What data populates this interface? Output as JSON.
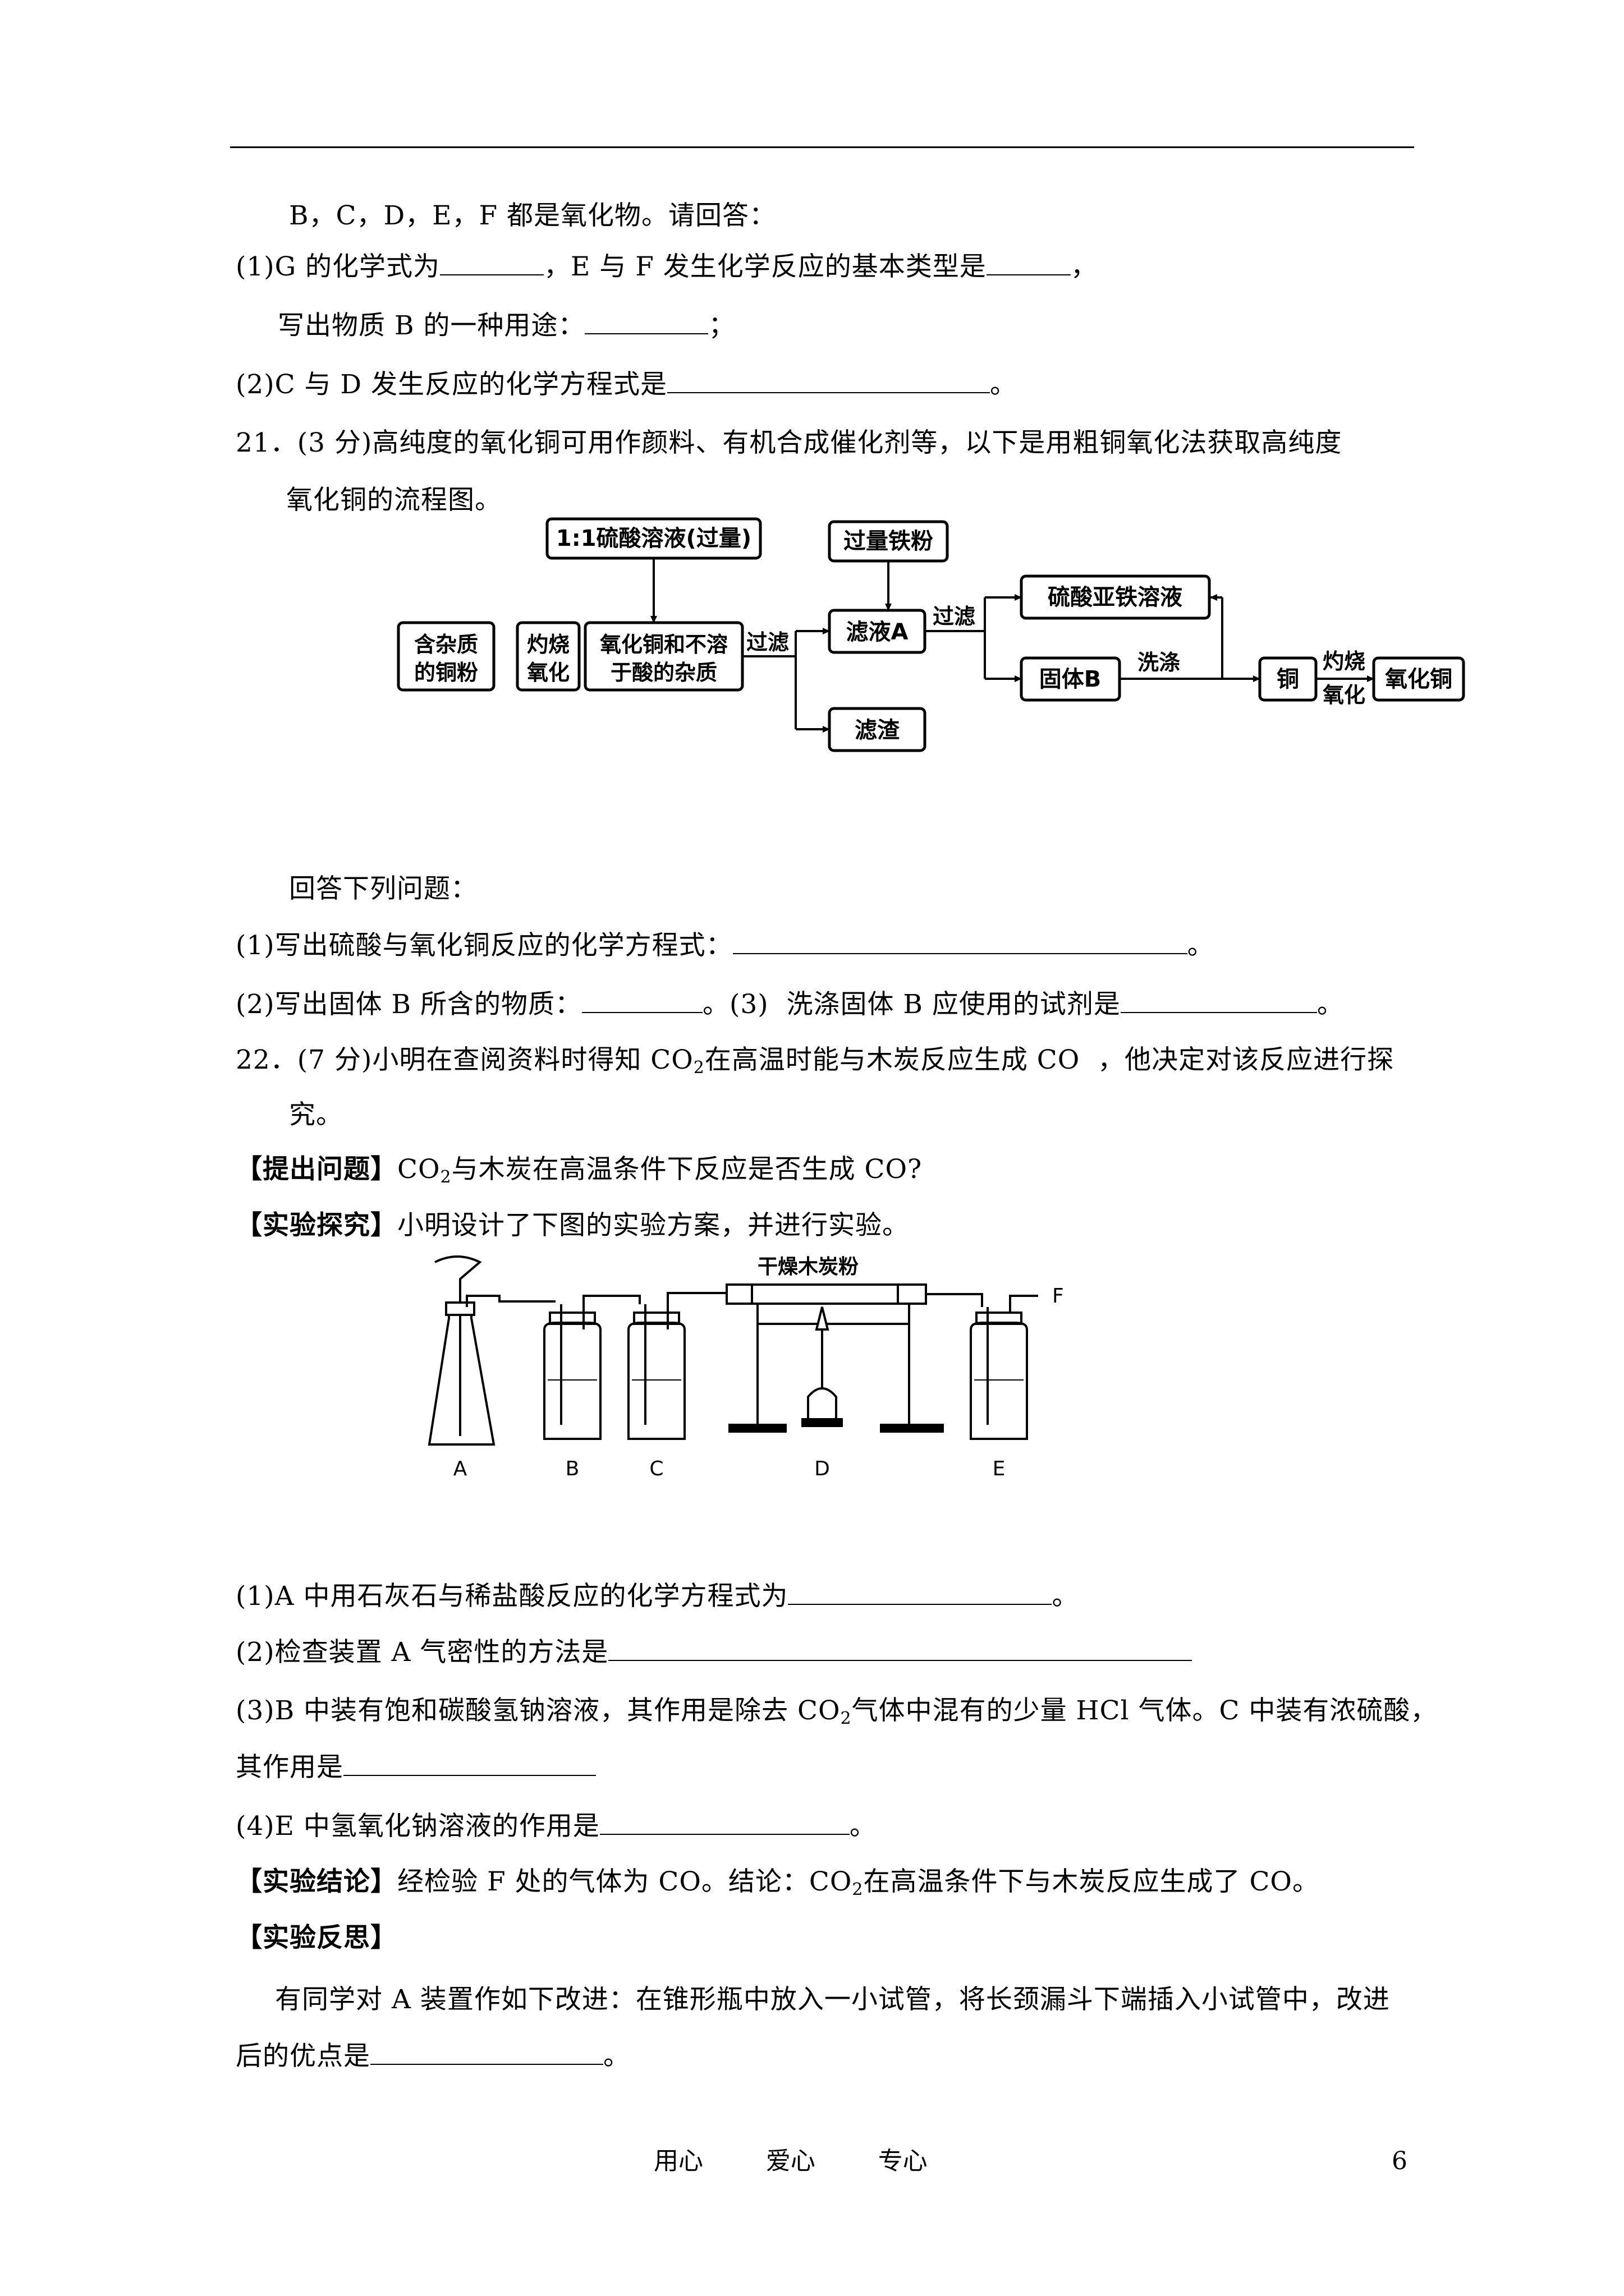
{
  "lines": {
    "l1": "B，C，D，E，F 都是氧化物。请回答：",
    "q1a": "(1)G 的化学式为",
    "q1b": "，E 与 F 发生化学反应的基本类型是",
    "q1c": "，",
    "q1d": "写出物质 B 的一种用途：",
    "q1e": "；",
    "q2a": "(2)C 与 D 发生反应的化学方程式是",
    "q2b": "。",
    "q21a": "21．(3 分)高纯度的氧化铜可用作颜料、有机合成催化剂等，以下是用粗铜氧化法获取高纯度",
    "q21b": "氧化铜的流程图。",
    "ans": "回答下列问题：",
    "p1a": "(1)写出硫酸与氧化铜反应的化学方程式：",
    "p1b": "。",
    "p2a": "(2)写出固体 B 所含的物质：",
    "p2b": "。(3)  洗涤固体 B 应使用的试剂是",
    "p2c": "。",
    "q22a1": "22．(7 分)小明在查阅资料时得知 CO",
    "q22a2": "在高温时能与木炭反应生成 CO  ，他决定对该反应进行探",
    "q22b": "究。",
    "raise_tag": "【提出问题】",
    "raise_a": "CO",
    "raise_b": "与木炭在高温条件下反应是否生成 CO?",
    "exp_tag": "【实验探究】",
    "exp_text": "小明设计了下图的实验方案，并进行实验。",
    "e1a": "(1)A 中用石灰石与稀盐酸反应的化学方程式为",
    "e1b": "。",
    "e2a": "(2)检查装置 A 气密性的方法是",
    "e3a": "(3)B 中装有饱和碳酸氢钠溶液，其作用是除去 CO",
    "e3b": "气体中混有的少量 HCl 气体。C 中装有浓硫酸，",
    "e3c": "其作用是",
    "e4a": "(4)E 中氢氧化钠溶液的作用是",
    "e4b": "。",
    "concl_tag": "【实验结论】",
    "concl_a": "经检验 F 处的气体为 CO。结论：CO",
    "concl_b": "在高温条件下与木炭反应生成了 CO。",
    "refl_tag": "【实验反思】",
    "refl_a": "有同学对 A 装置作如下改进：在锥形瓶中放入一小试管，将长颈漏斗下端插入小试管中，改进",
    "refl_b": "后的优点是",
    "refl_c": "。",
    "sub2": "2"
  },
  "flowchart": {
    "acid": "1:1硫酸溶液(过量)",
    "iron": "过量铁粉",
    "start_1": "含杂质",
    "start_2": "的铜粉",
    "burn1_1": "灼烧",
    "burn1_2": "氧化",
    "mix_1": "氧化铜和不溶",
    "mix_2": "于酸的杂质",
    "filter1": "过滤",
    "filtrate": "滤液A",
    "residue": "滤渣",
    "filter2": "过滤",
    "feso4": "硫酸亚铁溶液",
    "solidB": "固体B",
    "wash": "洗涤",
    "copper": "铜",
    "burn2_1": "灼烧",
    "burn2_2": "氧化",
    "cuo": "氧化铜"
  },
  "apparatus": {
    "charcoal": "干燥木炭粉",
    "label_a": "A",
    "label_b": "B",
    "label_c": "C",
    "label_d": "D",
    "label_e": "E",
    "label_f": "F"
  },
  "footer": {
    "motto": "用心        爱心        专心",
    "page_number": "6"
  }
}
